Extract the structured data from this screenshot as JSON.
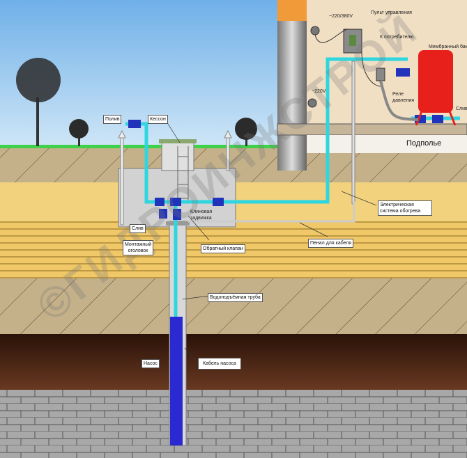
{
  "labels": {
    "power_main": "~220/380V",
    "control_panel": "Пульт управления",
    "to_consumer": "К потребителю",
    "membrane_tank": "Мембранный бак",
    "pressure_relay": "Реле давления",
    "power_220": "~220V",
    "drain_house": "Слив",
    "underfloor": "Подполье",
    "irrigation": "Полив",
    "caisson": "Кессон",
    "gate_valve": "Клиновая задвижка",
    "drain_caisson": "Слив",
    "well_head": "Монтажный оголовок",
    "check_valve": "Обратный клапан",
    "cable_duct": "Пенал для кабеля",
    "heating_system": "Электрическая система обогрева",
    "riser_pipe": "Водоподъёмная труба",
    "pump": "Насос",
    "pump_cable": "Кабель насоса"
  },
  "watermark": "©ГИДРОИНЖСТРОЙ",
  "colors": {
    "sky": "#8fc3ee",
    "pipe": "#2fd6e0",
    "valve": "#2233bb",
    "tank": "#e8201c",
    "sand": "#f2cf78",
    "soil": "#b9a57f",
    "brick": "#a9a9a9"
  }
}
